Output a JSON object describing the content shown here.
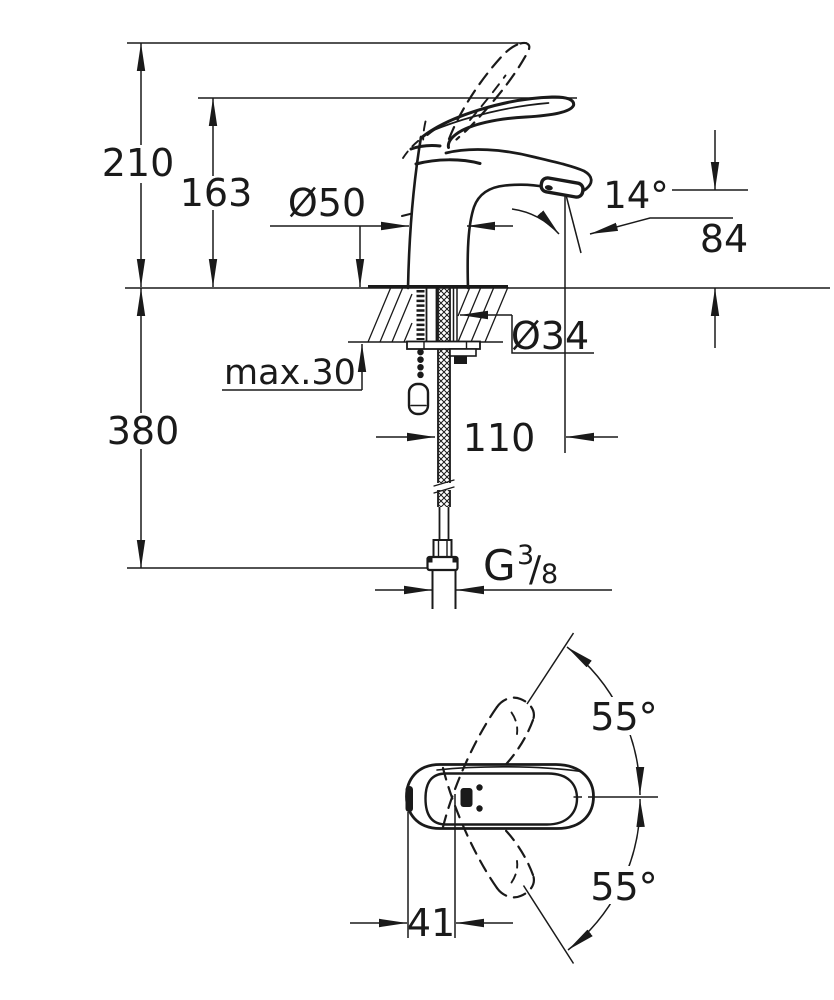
{
  "drawing": {
    "kind": "faucet technical dimension drawing",
    "line_color": "#1a1a1a",
    "background": "#ffffff",
    "front_view": {
      "dims": {
        "overall_height": "210",
        "handle_tip_height": "163",
        "body_diameter": "Ø50",
        "spout_angle": "14°",
        "outlet_height": "84",
        "hole_diameter": "Ø34",
        "max_deck_thickness": "max.30",
        "below_deck_length": "380",
        "spout_reach": "110",
        "thread": {
          "g": "G",
          "numerator": "3",
          "slash": "/",
          "denominator": "8"
        }
      }
    },
    "top_view": {
      "dims": {
        "swing_upper": "55°",
        "swing_lower": "55°",
        "handle_offset": "41"
      }
    }
  }
}
